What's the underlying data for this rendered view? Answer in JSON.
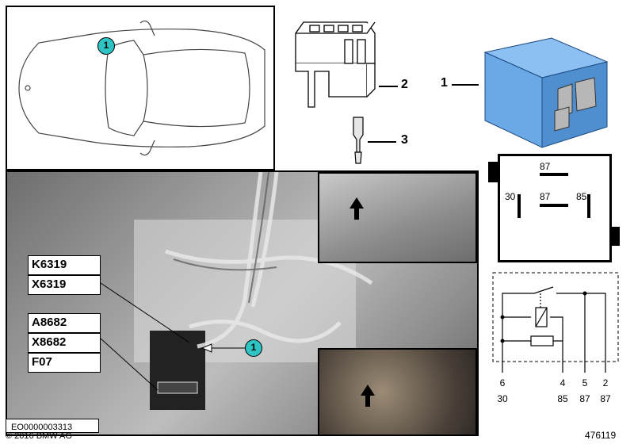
{
  "callout_number": "1",
  "parts": {
    "relay": "1",
    "housing": "2",
    "contact": "3"
  },
  "labels": {
    "k6319": "K6319",
    "x6319": "X6319",
    "a8682": "A8682",
    "x8682": "X8682",
    "f07": "F07"
  },
  "terminals": {
    "top": "87",
    "mid": "87",
    "left": "30",
    "right": "85"
  },
  "circuit": {
    "pin_numbers": [
      "6",
      "4",
      "5",
      "2"
    ],
    "pin_labels": [
      "30",
      "85",
      "87",
      "87"
    ]
  },
  "relay_body_color": "#6aa8e6",
  "callout_color": "#2ec4c4",
  "footer": {
    "code": "EO0000003313",
    "copyright": "© 2016 BMW AG",
    "figure_id": "476119"
  }
}
